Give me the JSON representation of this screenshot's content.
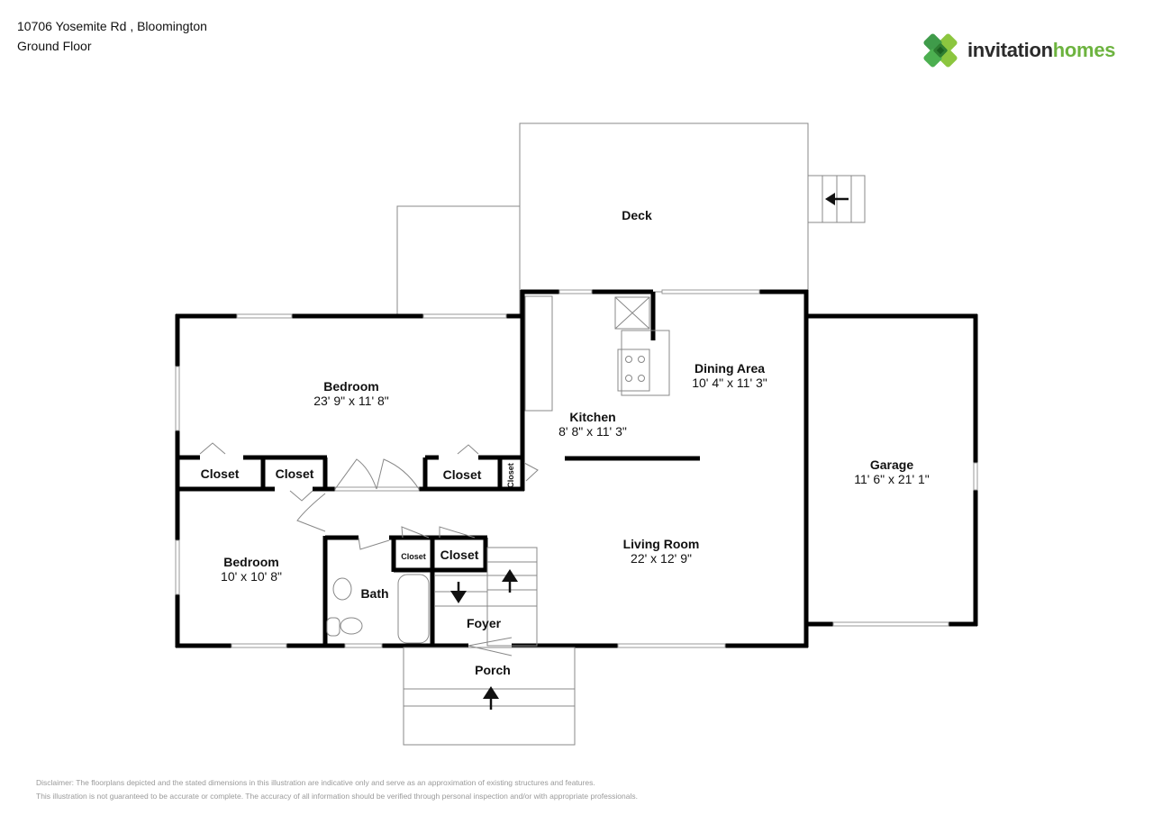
{
  "header": {
    "address": "10706 Yosemite Rd , Bloomington",
    "floor": "Ground Floor"
  },
  "logo": {
    "word1": "invitation",
    "word2": "homes",
    "icon": "clover-logo-icon",
    "colors": {
      "dark": "#2b2b2b",
      "green": "#6db33f",
      "deep_green": "#2e8b3e"
    }
  },
  "rooms": [
    {
      "id": "deck",
      "name": "Deck",
      "dims": ""
    },
    {
      "id": "bedroom1",
      "name": "Bedroom",
      "dims": "23' 9\" x 11' 8\""
    },
    {
      "id": "kitchen",
      "name": "Kitchen",
      "dims": "8' 8\" x 11' 3\""
    },
    {
      "id": "dining",
      "name": "Dining Area",
      "dims": "10' 4\" x 11' 3\""
    },
    {
      "id": "garage",
      "name": "Garage",
      "dims": "11' 6\" x 21' 1\""
    },
    {
      "id": "closet1",
      "name": "Closet",
      "dims": ""
    },
    {
      "id": "closet2",
      "name": "Closet",
      "dims": ""
    },
    {
      "id": "closet3",
      "name": "Closet",
      "dims": ""
    },
    {
      "id": "closet4",
      "name": "Closet",
      "dims": ""
    },
    {
      "id": "living",
      "name": "Living Room",
      "dims": "22' x 12' 9\""
    },
    {
      "id": "bedroom2",
      "name": "Bedroom",
      "dims": "10' x 10' 8\""
    },
    {
      "id": "closet5",
      "name": "Closet",
      "dims": ""
    },
    {
      "id": "closet6",
      "name": "Closet",
      "dims": ""
    },
    {
      "id": "bath",
      "name": "Bath",
      "dims": ""
    },
    {
      "id": "foyer",
      "name": "Foyer",
      "dims": ""
    },
    {
      "id": "porch",
      "name": "Porch",
      "dims": ""
    }
  ],
  "disclaimer": {
    "line1": "Disclaimer: The floorplans depicted and the stated dimensions in this illustration are indicative only and serve as an approximation of existing structures and features.",
    "line2": "This illustration is not guaranteed to be accurate or complete. The accuracy of all information should be verified through personal inspection and/or with appropriate professionals."
  }
}
